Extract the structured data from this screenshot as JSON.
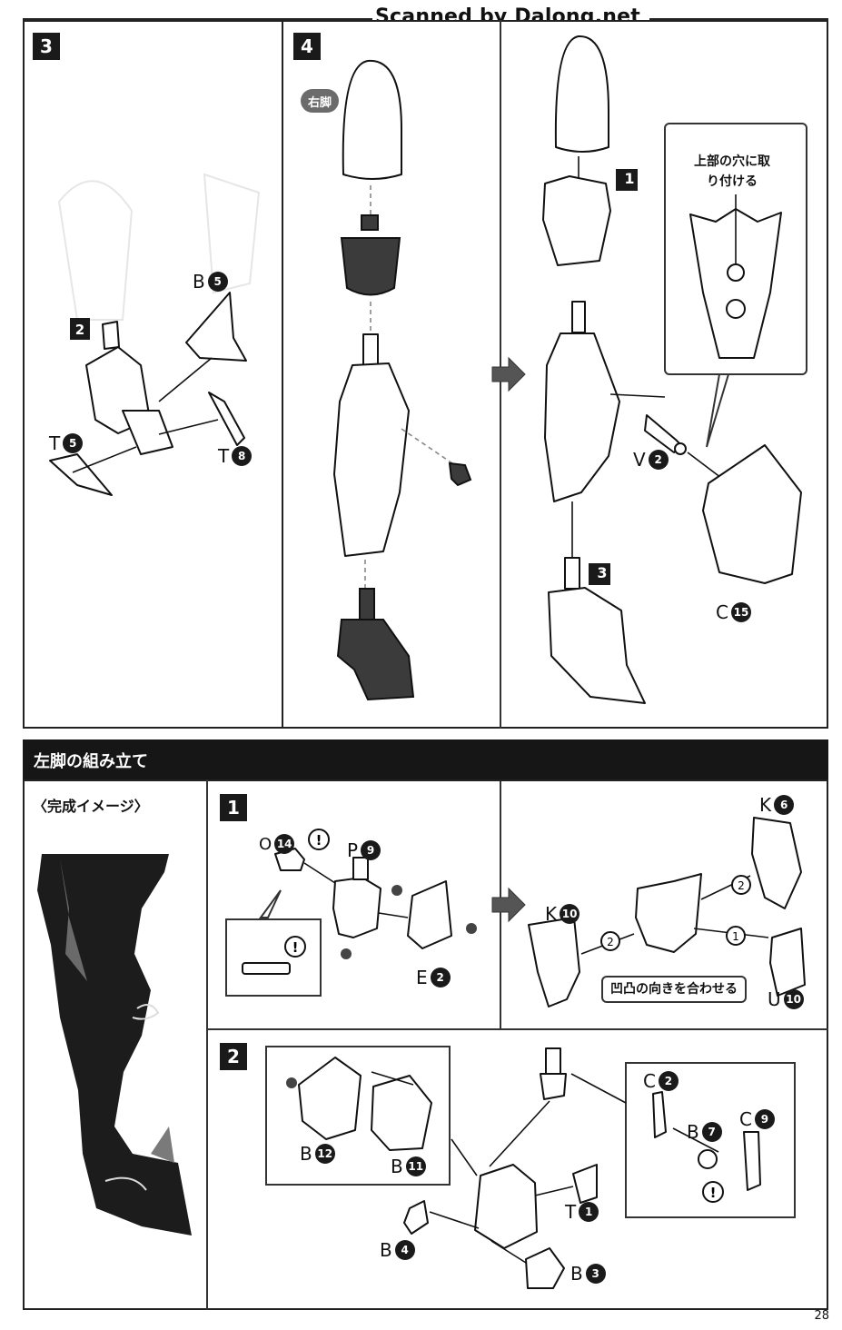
{
  "watermark": "Scanned by Dalong.net",
  "page_number": "28",
  "section_title": "左脚の組み立て",
  "completed_image_label": "〈完成イメージ〉",
  "right_leg_tag": "右脚",
  "steps": {
    "s3": "3",
    "s4": "4",
    "s4_sub1": "1",
    "s4_sub3": "3",
    "s2_in3": "2",
    "left1": "1",
    "left2": "2"
  },
  "notes": {
    "attach_top_hole": "上部の穴に取り付ける",
    "align_direction": "凹凸の向きを合わせる"
  },
  "callouts": {
    "c1": "1",
    "c2": "2"
  },
  "parts": {
    "B5": {
      "letter": "B",
      "num": "5"
    },
    "T5": {
      "letter": "T",
      "num": "5"
    },
    "T8": {
      "letter": "T",
      "num": "8"
    },
    "V2": {
      "letter": "V",
      "num": "2"
    },
    "C15": {
      "letter": "C",
      "num": "15"
    },
    "O14": {
      "letter": "O",
      "num": "14"
    },
    "P9": {
      "letter": "P",
      "num": "9"
    },
    "E2": {
      "letter": "E",
      "num": "2"
    },
    "K10": {
      "letter": "K",
      "num": "10"
    },
    "K6": {
      "letter": "K",
      "num": "6"
    },
    "U10": {
      "letter": "U",
      "num": "10"
    },
    "B12": {
      "letter": "B",
      "num": "12"
    },
    "B11": {
      "letter": "B",
      "num": "11"
    },
    "C2": {
      "letter": "C",
      "num": "2"
    },
    "B7": {
      "letter": "B",
      "num": "7"
    },
    "C9": {
      "letter": "C",
      "num": "9"
    },
    "T1": {
      "letter": "T",
      "num": "1"
    },
    "B4": {
      "letter": "B",
      "num": "4"
    },
    "B3": {
      "letter": "B",
      "num": "3"
    }
  },
  "colors": {
    "ink": "#111111",
    "bar": "#161616",
    "tag": "#6b6b6b"
  }
}
